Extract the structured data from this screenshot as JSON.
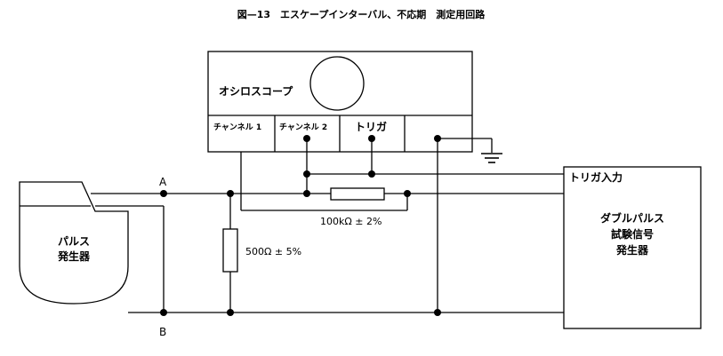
{
  "title": "図—13　エスケープインターバル、不応期　測定用回路",
  "oscilloscope": {
    "label": "オシロスコープ",
    "channel1": "チャンネル 1",
    "channel2": "チャンネル 2",
    "trigger": "トリガ"
  },
  "pulse_generator": {
    "line1": "パルス",
    "line2": "発生器"
  },
  "double_pulse_generator": {
    "trigger_input": "トリガ入力",
    "line1": "ダブルパルス",
    "line2": "試験信号",
    "line3": "発生器"
  },
  "resistor_100k": "100kΩ ± 2%",
  "resistor_500": "500Ω ± 5%",
  "node_a": "A",
  "node_b": "B"
}
